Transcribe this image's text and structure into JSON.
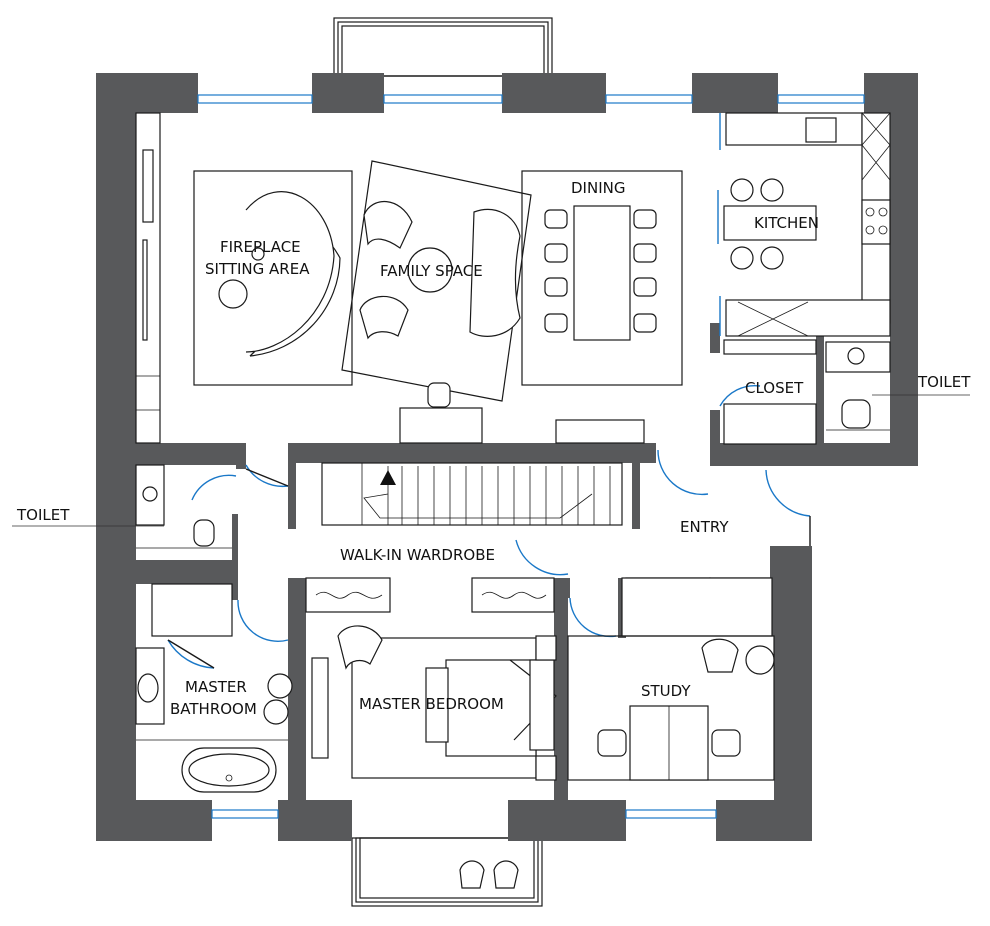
{
  "rooms": {
    "fireplace": "FIREPLACE",
    "sitting": "SITTING AREA",
    "family": "FAMILY SPACE",
    "dining": "DINING",
    "kitchen": "KITCHEN",
    "closet": "CLOSET",
    "entry": "ENTRY",
    "walkin": "WALK-IN WARDROBE",
    "master_bath_1": "MASTER",
    "master_bath_2": "BATHROOM",
    "master_bedroom": "MASTER BEDROOM",
    "study": "STUDY"
  },
  "callouts": {
    "toilet_right": "TOILET",
    "toilet_left": "TOILET"
  },
  "colors": {
    "wall": "#58595b",
    "glass": "#1a78c8",
    "line": "#1a1a1a"
  }
}
